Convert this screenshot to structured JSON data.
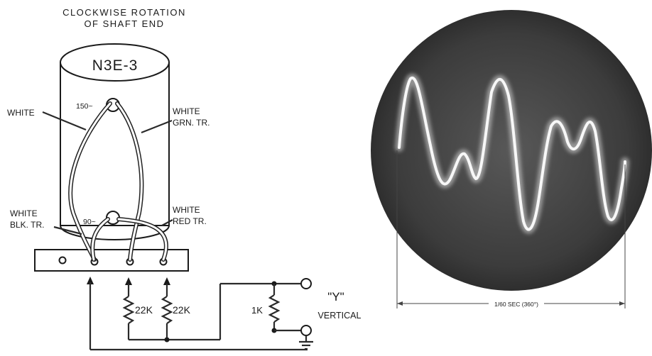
{
  "diagram": {
    "header_line1": "CLOCKWISE ROTATION",
    "header_line2": "OF SHAFT END",
    "model": "N3E-3",
    "top_terminal": "150~",
    "bottom_terminal": "90~",
    "left_upper_label": "WHITE",
    "right_upper_label_1": "WHITE",
    "right_upper_label_2": "GRN. TR.",
    "left_lower_label_1": "WHITE",
    "left_lower_label_2": "BLK. TR.",
    "right_lower_label_1": "WHITE",
    "right_lower_label_2": "RED TR.",
    "resistor_1": "22K",
    "resistor_2": "22K",
    "resistor_3": "1K",
    "output_label_1": "\"Y\"",
    "output_label_2": "VERTICAL"
  },
  "scope": {
    "time_label": "1/60 SEC (360°)"
  }
}
